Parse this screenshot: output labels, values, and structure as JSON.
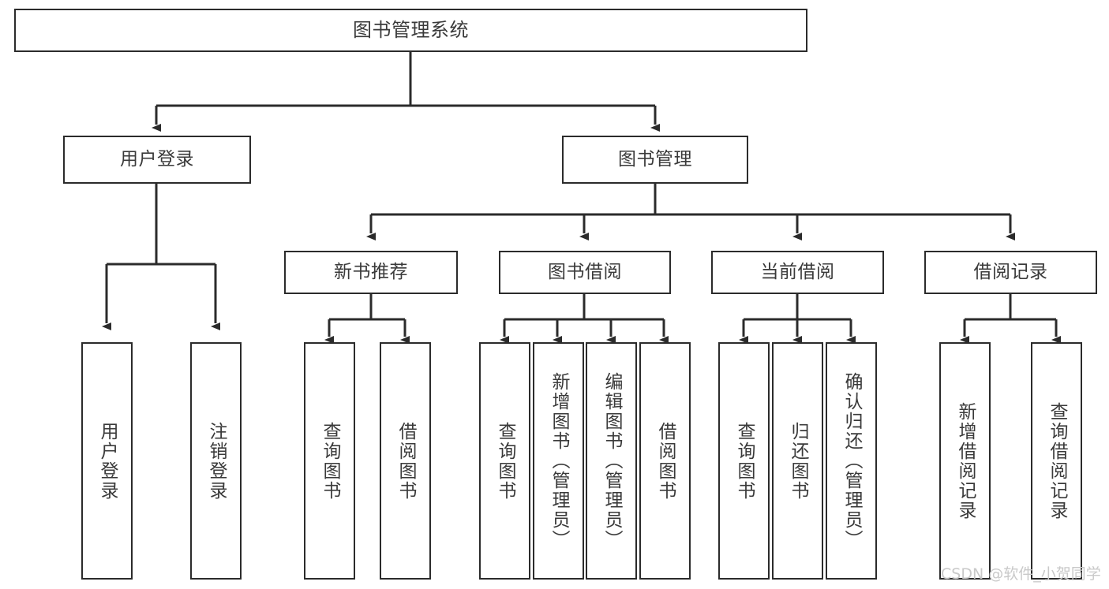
{
  "diagram": {
    "title": "图书管理系统",
    "watermark": "CSDN @软件_小贺同学",
    "colors": {
      "line": "#2b2b2b",
      "box_border": "#2b2b2b",
      "box_fill": "#ffffff",
      "text": "#3a3a3a",
      "watermark": "#c9c9c9",
      "background": "#ffffff"
    },
    "root": {
      "label": "图书管理系统"
    },
    "level2": [
      {
        "key": "user-login",
        "label": "用户登录"
      },
      {
        "key": "book-management",
        "label": "图书管理"
      }
    ],
    "level3": [
      {
        "key": "new-book-recommend",
        "label": "新书推荐"
      },
      {
        "key": "book-borrow",
        "label": "图书借阅"
      },
      {
        "key": "current-borrow",
        "label": "当前借阅"
      },
      {
        "key": "borrow-record",
        "label": "借阅记录"
      }
    ],
    "leaves": {
      "user_login": [
        {
          "key": "user-login-leaf",
          "label": "用户登录"
        },
        {
          "key": "user-logout-leaf",
          "label": "注销登录"
        }
      ],
      "new_book_recommend": [
        {
          "key": "query-book-1",
          "label": "查询图书"
        },
        {
          "key": "borrow-book-1",
          "label": "借阅图书"
        }
      ],
      "book_borrow": [
        {
          "key": "query-book-2",
          "label": "查询图书"
        },
        {
          "key": "add-book-admin",
          "label": "新增图书（管理员）"
        },
        {
          "key": "edit-book-admin",
          "label": "编辑图书（管理员）"
        },
        {
          "key": "borrow-book-2",
          "label": "借阅图书"
        }
      ],
      "current_borrow": [
        {
          "key": "query-book-3",
          "label": "查询图书"
        },
        {
          "key": "return-book",
          "label": "归还图书"
        },
        {
          "key": "confirm-return-admin",
          "label": "确认归还（管理员）"
        }
      ],
      "borrow_record": [
        {
          "key": "add-borrow-record",
          "label": "新增借阅记录"
        },
        {
          "key": "query-borrow-record",
          "label": "查询借阅记录"
        }
      ]
    }
  }
}
